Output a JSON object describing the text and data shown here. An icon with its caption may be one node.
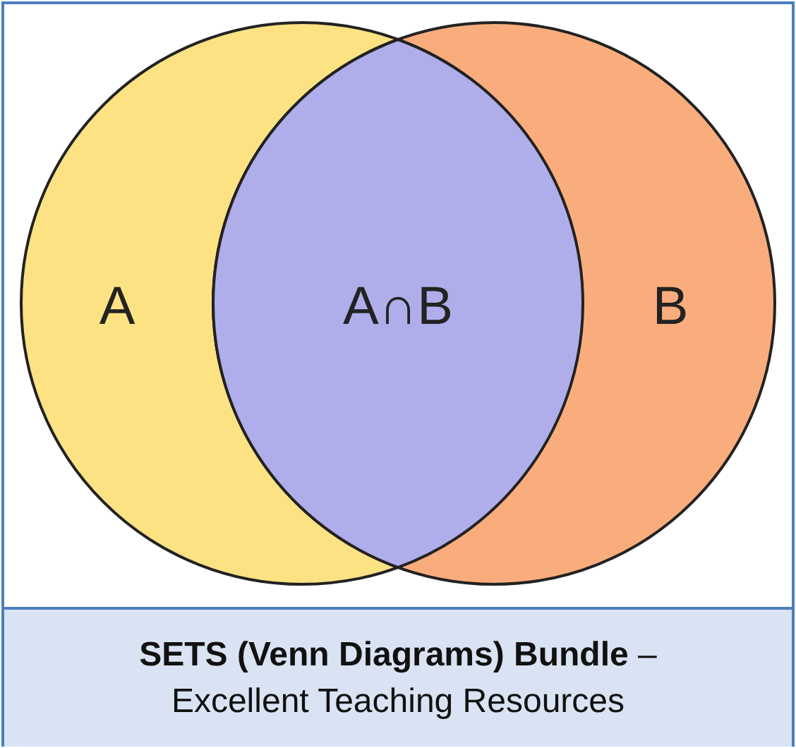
{
  "diagram": {
    "caption": "**SETS (Venn Diagrams) Bundle** – Excellent Teaching Resources",
    "nodes": [
      {
        "text": [
          "A"
        ]
      },
      {
        "text": [
          "A∩B"
        ]
      },
      {
        "text": [
          "B"
        ]
      }
    ]
  }
}
